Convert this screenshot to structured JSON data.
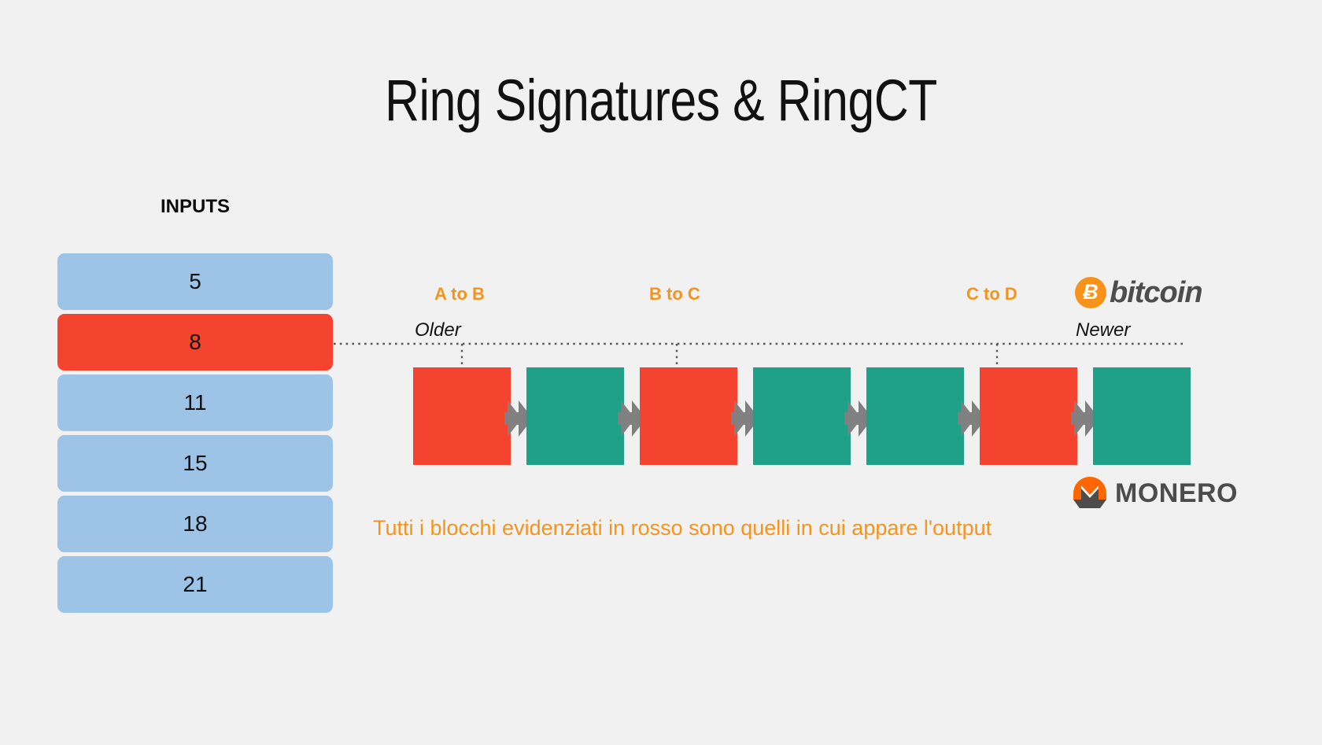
{
  "slide": {
    "background_color": "#f1f1f1",
    "title": "Ring Signatures & RingCT"
  },
  "inputs_panel": {
    "label": "INPUTS",
    "blocks": [
      {
        "value": "5",
        "state": "normal",
        "color": "#9dc3e6"
      },
      {
        "value": "8",
        "state": "highlight",
        "color": "#f4432f"
      },
      {
        "value": "11",
        "state": "normal",
        "color": "#9dc3e6"
      },
      {
        "value": "15",
        "state": "normal",
        "color": "#9dc3e6"
      },
      {
        "value": "18",
        "state": "normal",
        "color": "#9dc3e6"
      },
      {
        "value": "21",
        "state": "normal",
        "color": "#9dc3e6"
      }
    ]
  },
  "chain": {
    "older_label": "Older",
    "newer_label": "Newer",
    "period_labels": [
      {
        "text": "A to B",
        "color": "#f29420"
      },
      {
        "text": "B to C",
        "color": "#f29420"
      },
      {
        "text": "C to D",
        "color": "#f29420"
      }
    ],
    "blocks": [
      {
        "index": 1,
        "color": "#f4432f",
        "highlighted": "true"
      },
      {
        "index": 2,
        "color": "#1fa188",
        "highlighted": "false"
      },
      {
        "index": 3,
        "color": "#f4432f",
        "highlighted": "true"
      },
      {
        "index": 4,
        "color": "#1fa188",
        "highlighted": "false"
      },
      {
        "index": 5,
        "color": "#1fa188",
        "highlighted": "false"
      },
      {
        "index": 6,
        "color": "#f4432f",
        "highlighted": "true"
      },
      {
        "index": 7,
        "color": "#1fa188",
        "highlighted": "false"
      }
    ],
    "arrow_color": "#808080",
    "leader_color": "#595959"
  },
  "caption": {
    "text": "Tutti i blocchi evidenziati in rosso sono quelli in cui appare l'output",
    "color": "#f29420"
  },
  "logos": {
    "bitcoin": {
      "symbol": "Ƀ",
      "wordmark": "bitcoin",
      "mark_color": "#f7931a",
      "word_color": "#4d4d4d"
    },
    "monero": {
      "wordmark": "MONERO",
      "mark_color": "#ff6600",
      "word_color": "#4c4c4c"
    }
  }
}
